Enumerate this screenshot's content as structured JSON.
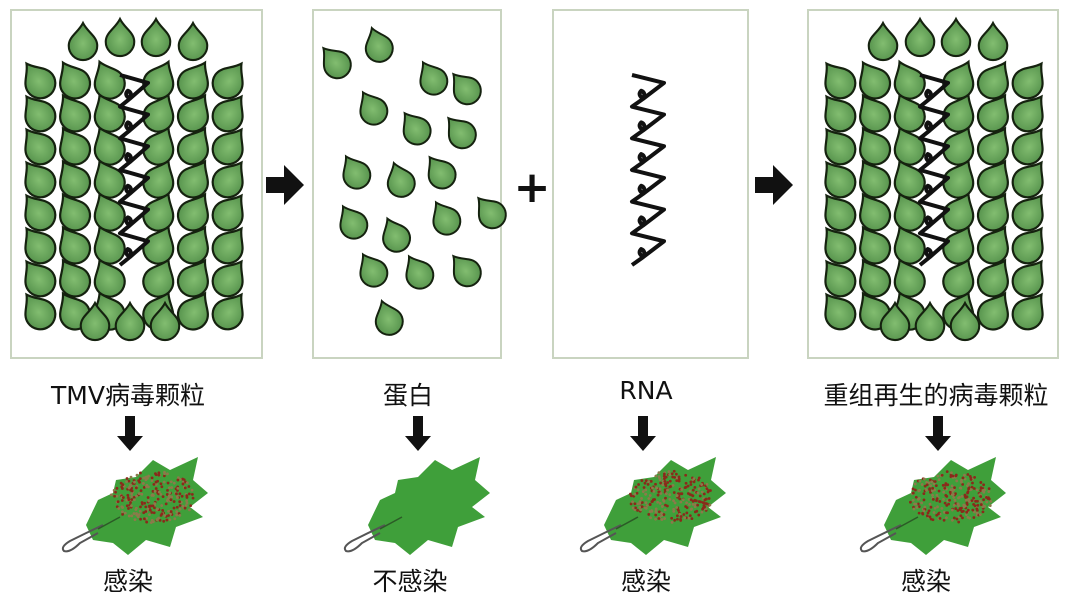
{
  "columns": [
    {
      "label": "TMV病毒颗粒",
      "outcome": "感染"
    },
    {
      "label": "蛋白",
      "outcome": "不感染"
    },
    {
      "label": "RNA",
      "outcome": "感染"
    },
    {
      "label": "重组再生的病毒颗粒",
      "outcome": "感染"
    }
  ],
  "operators": {
    "plus": "+"
  },
  "colors": {
    "capsid": "#5f9e55",
    "leaf": "#3f9f3a",
    "infection": "#8a2a1a",
    "frame": "#c9d4c0"
  }
}
